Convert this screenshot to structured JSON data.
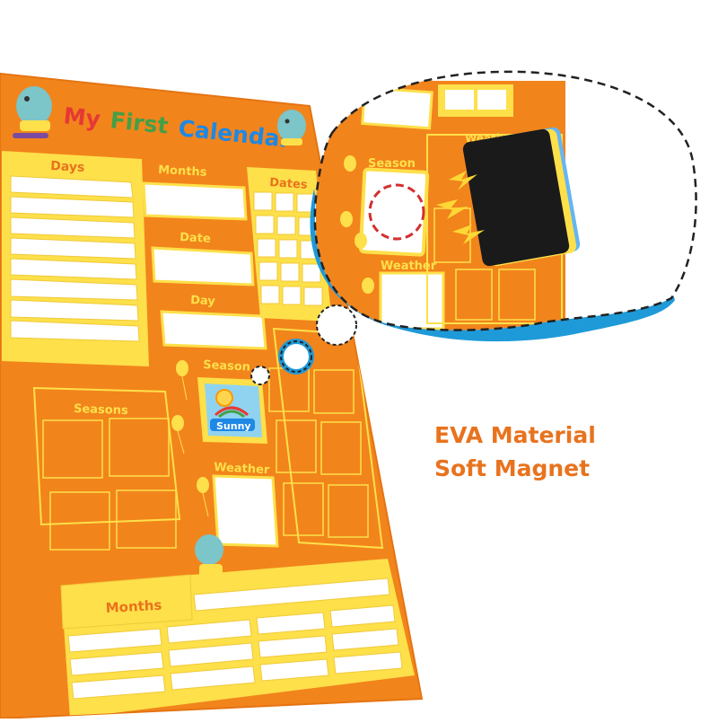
{
  "board": {
    "title_words": [
      "My",
      "First",
      "Calendar"
    ],
    "panels": {
      "days": "Days",
      "months": "Months",
      "dates": "Dates",
      "date": "Date",
      "day": "Day",
      "season": "Season",
      "weather": "Weather",
      "seasons": "Seasons",
      "months_bottom": "Months"
    },
    "magnet_label": "Sunny",
    "colors": {
      "board_orange": "#f2841c",
      "panel_yellow": "#fde04a",
      "cell_white": "#ffffff",
      "accent_blue": "#1e9ad8"
    }
  },
  "zoom": {
    "season": "Season",
    "weather_top": "Weather",
    "weather_bottom": "Weather"
  },
  "caption": {
    "line1": "EVA Material",
    "line2": "Soft Magnet"
  }
}
